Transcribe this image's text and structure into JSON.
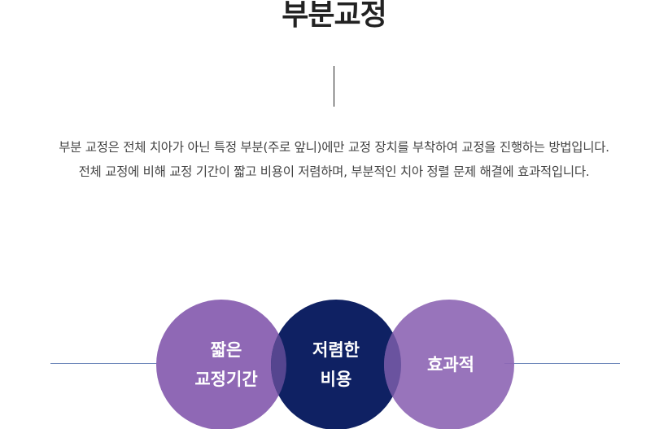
{
  "page": {
    "title": "부분교정",
    "description": {
      "line1": "부분 교정은 전체 치아가 아닌 특정 부분(주로 앞니)에만 교정 장치를 부착하여 교정을 진행하는 방법입니다.",
      "line2": "전체 교정에 비해 교정 기간이 짧고 비용이 저렴하며, 부분적인 치아 정렬 문제 해결에 효과적입니다."
    }
  },
  "features": [
    {
      "line1": "짧은",
      "line2": "교정기간"
    },
    {
      "line1": "저렴한",
      "line2": "비용"
    },
    {
      "line1": "효과적",
      "line2": ""
    }
  ],
  "colors": {
    "purple": "#8f68b5",
    "navy": "#0f2163",
    "line": "#6d86b9"
  }
}
